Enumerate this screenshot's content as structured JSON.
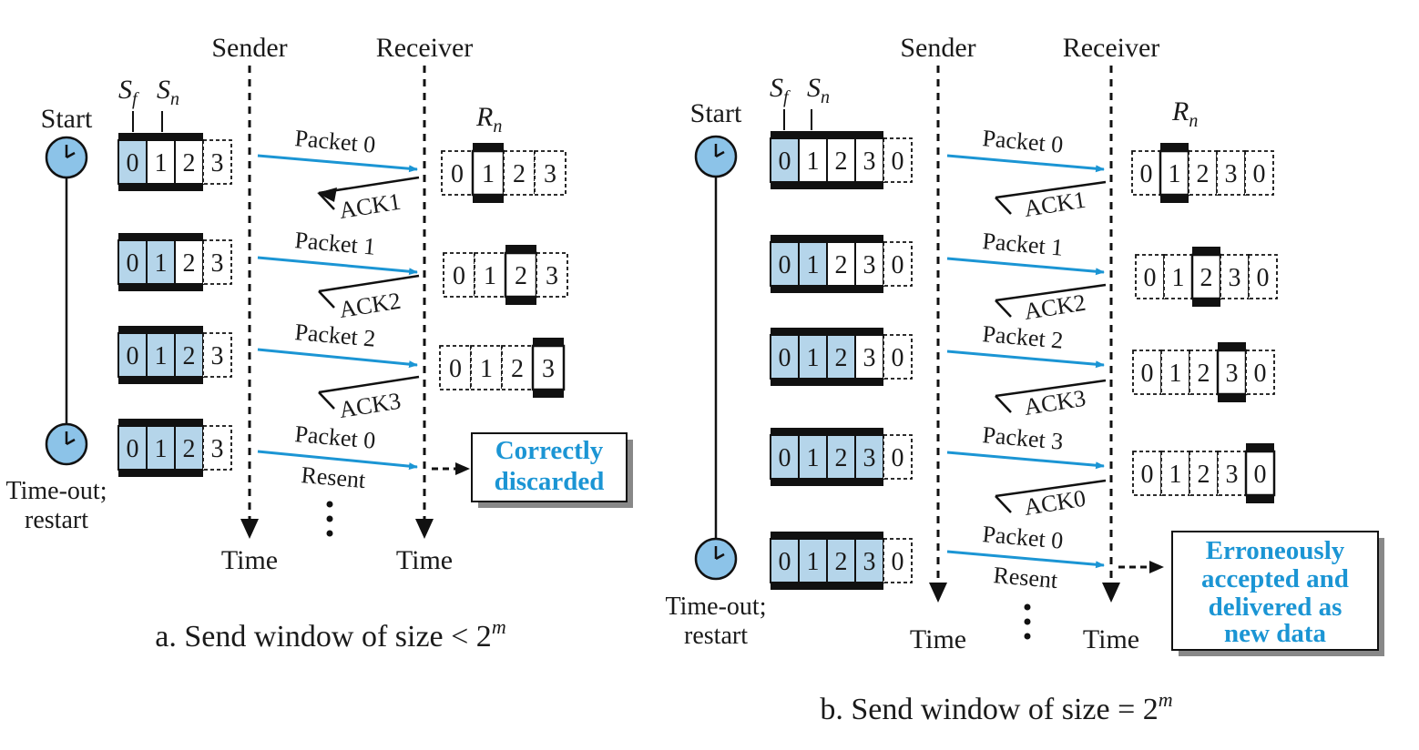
{
  "panel_a": {
    "sender": "Sender",
    "receiver": "Receiver",
    "start": "Start",
    "timeout_line1": "Time-out;",
    "timeout_line2": "restart",
    "time_label": "Time",
    "sf": "S",
    "sf_sub": "f",
    "sn": "S",
    "sn_sub": "n",
    "rn": "R",
    "rn_sub": "n",
    "sender_cells": [
      "0",
      "1",
      "2",
      "3"
    ],
    "receiver_cells": [
      "0",
      "1",
      "2",
      "3"
    ],
    "packets": [
      "Packet 0",
      "Packet 1",
      "Packet 2",
      "Packet 0"
    ],
    "acks": [
      "ACK1",
      "ACK2",
      "ACK3"
    ],
    "resent": "Resent",
    "note_line1": "Correctly",
    "note_line2": "discarded",
    "caption_prefix": "a. Send window of size < 2",
    "caption_sup": "m"
  },
  "panel_b": {
    "sender": "Sender",
    "receiver": "Receiver",
    "start": "Start",
    "timeout_line1": "Time-out;",
    "timeout_line2": "restart",
    "time_label": "Time",
    "sf": "S",
    "sf_sub": "f",
    "sn": "S",
    "sn_sub": "n",
    "rn": "R",
    "rn_sub": "n",
    "sender_cells": [
      "0",
      "1",
      "2",
      "3",
      "0"
    ],
    "receiver_cells": [
      "0",
      "1",
      "2",
      "3",
      "0"
    ],
    "packets": [
      "Packet 0",
      "Packet 1",
      "Packet 2",
      "Packet 3",
      "Packet 0"
    ],
    "acks": [
      "ACK1",
      "ACK2",
      "ACK3",
      "ACK0"
    ],
    "resent": "Resent",
    "note_line1": "Erroneously",
    "note_line2": "accepted and",
    "note_line3": "delivered as",
    "note_line4": "new data",
    "caption_prefix": "b. Send window of size = 2",
    "caption_sup": "m"
  },
  "colors": {
    "arrow_blue": "#1b95d4",
    "cell_fill": "#b5d5ea",
    "clock_fill": "#8cc3e8",
    "note_text": "#1b95d4",
    "shadow": "#888888"
  }
}
